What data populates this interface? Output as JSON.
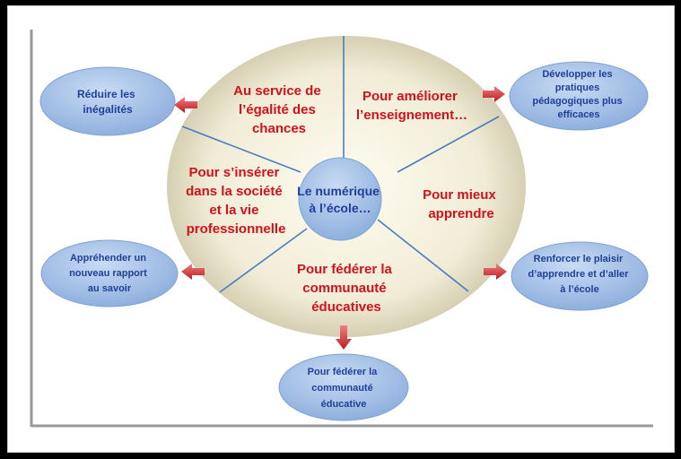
{
  "center": {
    "lines": [
      "Le numérique",
      "à l’école…"
    ]
  },
  "segments": [
    {
      "lines": [
        "Au service de",
        "l’égalité des",
        "chances"
      ]
    },
    {
      "lines": [
        "Pour améliorer",
        "l’enseignement…"
      ]
    },
    {
      "lines": [
        "Pour mieux",
        "apprendre"
      ]
    },
    {
      "lines": [
        "Pour fédérer la",
        "communauté",
        "éducatives"
      ]
    },
    {
      "lines": [
        "Pour s’insérer",
        "dans la société",
        "et la vie",
        "professionnelle"
      ]
    }
  ],
  "outcomes": [
    {
      "lines": [
        "Réduire les",
        "inégalités"
      ]
    },
    {
      "lines": [
        "Développer les",
        "pratiques",
        "pédagogiques plus",
        "efficaces"
      ]
    },
    {
      "lines": [
        "Renforcer le plaisir",
        "d’apprendre et d’aller",
        "à  l’école"
      ]
    },
    {
      "lines": [
        "Pour fédérer la",
        "communauté",
        "éducative"
      ]
    },
    {
      "lines": [
        "Appréhender un",
        "nouveau rapport",
        "au savoir"
      ]
    }
  ],
  "colors": {
    "segment_text": "#d0121b",
    "outcome_text": "#1f3f9a",
    "arrow": "#c8232a",
    "outcome_fill": "#a9c4e8",
    "wheel_fill": "#efe9d2"
  }
}
